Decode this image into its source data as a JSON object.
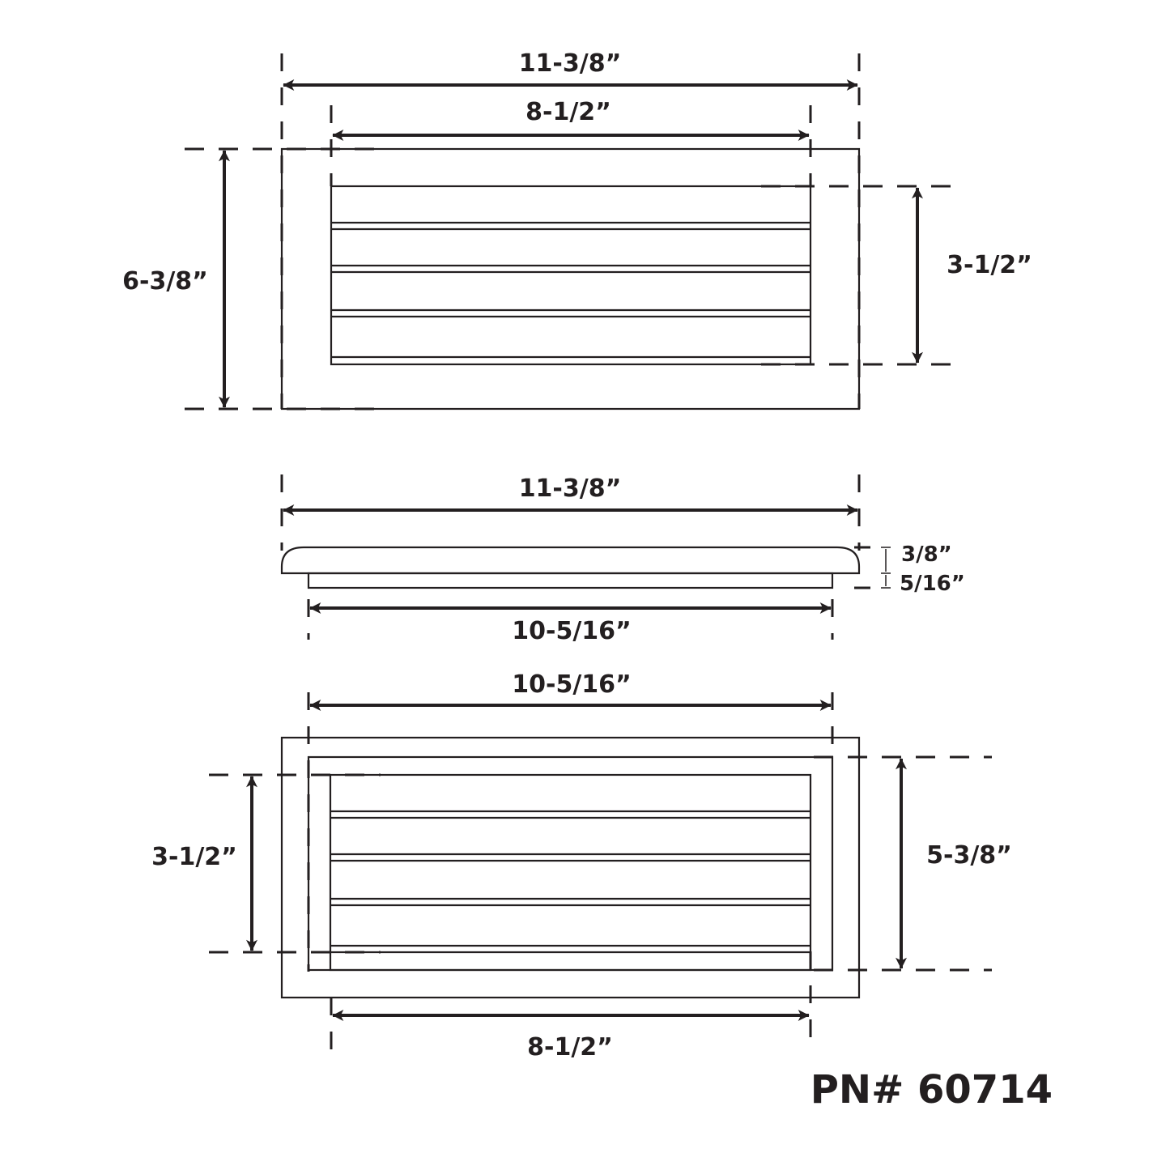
{
  "part_number": "PN# 60714",
  "colors": {
    "ink": "#231f20",
    "background": "#ffffff"
  },
  "top_view": {
    "overall_width": "11-3/8”",
    "louver_width": "8-1/2”",
    "overall_height": "6-3/8”",
    "louver_height": "3-1/2”"
  },
  "side_view": {
    "overall_width": "11-3/8”",
    "body_width": "10-5/16”",
    "flange_thickness": "3/8”",
    "body_depth": "5/16”"
  },
  "back_view": {
    "body_width": "10-5/16”",
    "louver_width": "8-1/2”",
    "louver_height": "3-1/2”",
    "body_height": "5-3/8”"
  }
}
